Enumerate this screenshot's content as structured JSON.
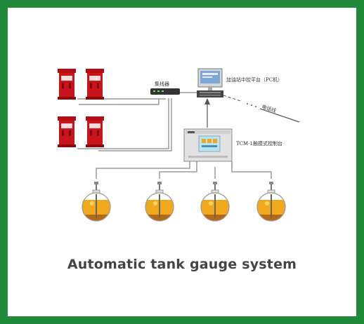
{
  "caption": "Automatic tank gauge system",
  "labels": {
    "hub": "集线器",
    "pc": "加油站中控平台（PC机）",
    "phone_line": "电话线",
    "console": "TCM-1触摸式控制台"
  },
  "colors": {
    "frame": "#1f8a3a",
    "dispenser": "#c9141b",
    "fuel": "#f0a81c",
    "water": "#b46a14",
    "pipe": "#9a9a9a"
  },
  "dispensers": [
    "dispenser-1",
    "dispenser-2",
    "dispenser-3",
    "dispenser-4"
  ],
  "tanks": [
    "tank-1",
    "tank-2",
    "tank-3",
    "tank-4"
  ]
}
